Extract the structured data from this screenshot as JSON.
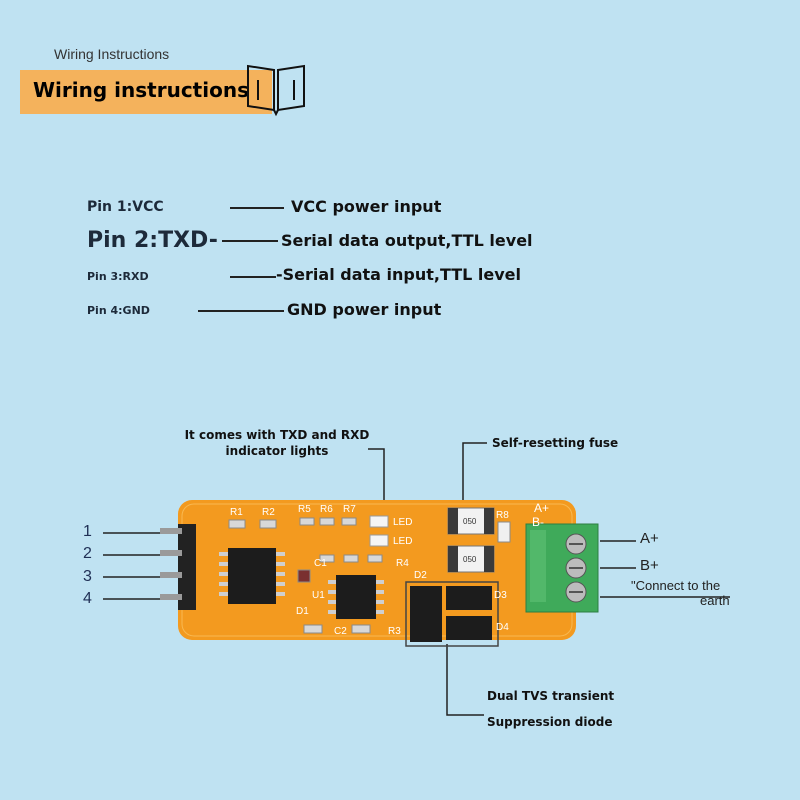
{
  "header": {
    "small_title": "Wiring Instructions",
    "banner_title": "Wiring instructions"
  },
  "pins": [
    {
      "label": "Pin 1:VCC",
      "description": "VCC power input"
    },
    {
      "label": "Pin 2:TXD-",
      "description": "Serial data output,TTL level"
    },
    {
      "label": "Pin 3:RXD",
      "description": "-Serial data input,TTL level"
    },
    {
      "label": "Pin 4:GND",
      "description": "GND power input"
    }
  ],
  "callouts": {
    "indicator_line1": "It comes with TXD and RXD",
    "indicator_line2": "indicator lights",
    "fuse": "Self-resetting fuse",
    "tvs_line1": "Dual TVS transient",
    "tvs_line2": "Suppression diode"
  },
  "header_pin_numbers": [
    "1",
    "2",
    "3",
    "4"
  ],
  "terminals": {
    "a": "A+",
    "b": "B+",
    "earth_line1": "\"Connect to the",
    "earth_line2": "earth"
  },
  "board": {
    "silk_r1": "R1",
    "silk_r2": "R2",
    "silk_r5": "R5",
    "silk_r6": "R6",
    "silk_r7": "R7",
    "silk_r8": "R8",
    "silk_r3": "R3",
    "silk_r4": "R4",
    "silk_led1": "LED",
    "silk_led2": "LED",
    "silk_c1": "C1",
    "silk_c2": "C2",
    "silk_u1": "U1",
    "silk_d1": "D1",
    "silk_d2": "D2",
    "silk_d3": "D3",
    "silk_d4": "D4",
    "silk_aplus": "A+",
    "silk_bminus": "B-",
    "fuse_marking": "050",
    "colors": {
      "pcb": "#f39a1f",
      "terminal": "#3faa5a",
      "chip": "#1c1c1c",
      "background": "#bfe2f2",
      "banner": "#f4b25c"
    }
  }
}
